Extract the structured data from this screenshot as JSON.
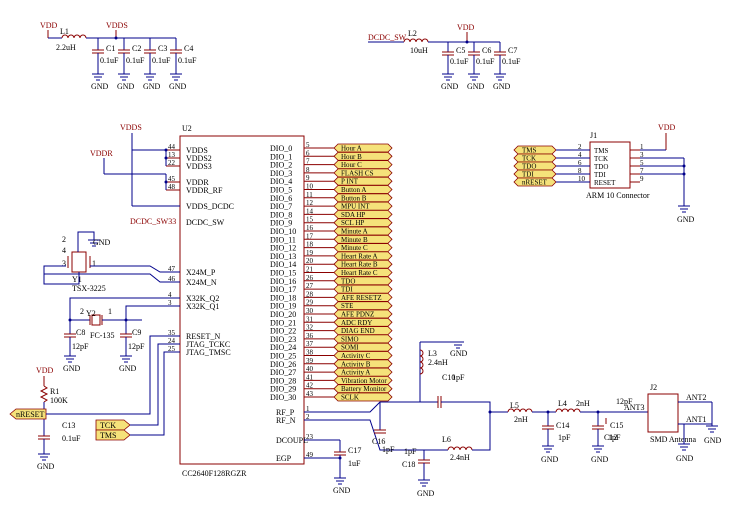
{
  "power": {
    "vdd_label": "VDD",
    "vdds_label": "VDDS",
    "vddr_label": "VDDR",
    "dcdc_sw_label": "DCDC_SW",
    "dcdc_sw33_label": "DCDC_SW33",
    "gnd_label": "GND"
  },
  "top_left": {
    "inductor": {
      "ref": "L1",
      "value": "2.2uH"
    },
    "caps": [
      {
        "ref": "C1",
        "value": "0.1uF"
      },
      {
        "ref": "C2",
        "value": "0.1uF"
      },
      {
        "ref": "C3",
        "value": "0.1uF"
      },
      {
        "ref": "C4",
        "value": "0.1uF"
      }
    ]
  },
  "top_right": {
    "inductor": {
      "ref": "L2",
      "value": "10uH"
    },
    "caps": [
      {
        "ref": "C5",
        "value": "0.1uF"
      },
      {
        "ref": "C6",
        "value": "0.1uF"
      },
      {
        "ref": "C7",
        "value": "0.1uF"
      }
    ]
  },
  "mcu": {
    "ref": "U2",
    "part": "CC2640F128RGZR",
    "left_pins": [
      {
        "num": "44",
        "name": "VDDS"
      },
      {
        "num": "13",
        "name": "VDDS2"
      },
      {
        "num": "22",
        "name": "VDDS3"
      },
      {
        "num": "45",
        "name": "VDDR"
      },
      {
        "num": "48",
        "name": "VDDR_RF"
      },
      {
        "num": "",
        "name": "VDDS_DCDC"
      },
      {
        "num": "",
        "name": "DCDC_SW"
      },
      {
        "num": "47",
        "name": "X24M_P"
      },
      {
        "num": "46",
        "name": "X24M_N"
      },
      {
        "num": "4",
        "name": "X32K_Q2"
      },
      {
        "num": "3",
        "name": "X32K_Q1"
      },
      {
        "num": "35",
        "name": "RESET_N"
      },
      {
        "num": "24",
        "name": "JTAG_TCKC"
      },
      {
        "num": "25",
        "name": "JTAG_TMSC"
      }
    ],
    "right_pins": [
      {
        "num": "5",
        "name": "DIO_0",
        "net": "Hour_A"
      },
      {
        "num": "6",
        "name": "DIO_1",
        "net": "Hour_B"
      },
      {
        "num": "7",
        "name": "DIO_2",
        "net": "Hour_C"
      },
      {
        "num": "8",
        "name": "DIO_3",
        "net": "FLASH_CS"
      },
      {
        "num": "9",
        "name": "DIO_4",
        "net": "P_INT"
      },
      {
        "num": "10",
        "name": "DIO_5",
        "net": "Button_A"
      },
      {
        "num": "11",
        "name": "DIO_6",
        "net": "Button_B"
      },
      {
        "num": "12",
        "name": "DIO_7",
        "net": "MPU_INT"
      },
      {
        "num": "14",
        "name": "DIO_8",
        "net": "SDA_HP"
      },
      {
        "num": "15",
        "name": "DIO_9",
        "net": "SCL_HP"
      },
      {
        "num": "16",
        "name": "DIO_10",
        "net": "Minute_A"
      },
      {
        "num": "17",
        "name": "DIO_11",
        "net": "Minute_B"
      },
      {
        "num": "18",
        "name": "DIO_12",
        "net": "Minute_C"
      },
      {
        "num": "19",
        "name": "DIO_13",
        "net": "Heart_Rate_A"
      },
      {
        "num": "20",
        "name": "DIO_14",
        "net": "Heart_Rate_B"
      },
      {
        "num": "21",
        "name": "DIO_15",
        "net": "Heart_Rate_C"
      },
      {
        "num": "26",
        "name": "DIO_16",
        "net": "TDO"
      },
      {
        "num": "27",
        "name": "DIO_17",
        "net": "TDI"
      },
      {
        "num": "28",
        "name": "DIO_18",
        "net": "AFE_RESETZ"
      },
      {
        "num": "29",
        "name": "DIO_19",
        "net": "STE"
      },
      {
        "num": "30",
        "name": "DIO_20",
        "net": "AFE_PDNZ"
      },
      {
        "num": "31",
        "name": "DIO_21",
        "net": "ADC_RDY"
      },
      {
        "num": "32",
        "name": "DIO_22",
        "net": "DIAG_END"
      },
      {
        "num": "36",
        "name": "DIO_23",
        "net": "SIMO"
      },
      {
        "num": "37",
        "name": "DIO_24",
        "net": "SOMI"
      },
      {
        "num": "38",
        "name": "DIO_25",
        "net": "Activity_C"
      },
      {
        "num": "39",
        "name": "DIO_26",
        "net": "Activity_B"
      },
      {
        "num": "40",
        "name": "DIO_27",
        "net": "Activity_A"
      },
      {
        "num": "41",
        "name": "DIO_28",
        "net": "Vibration_Motor"
      },
      {
        "num": "42",
        "name": "DIO_29",
        "net": "Battery_Monitor"
      },
      {
        "num": "43",
        "name": "DIO_30",
        "net": "SCLK"
      }
    ],
    "rf_pins": [
      {
        "num": "1",
        "name": "RF_P"
      },
      {
        "num": "2",
        "name": "RF_N"
      },
      {
        "num": "23",
        "name": "DCOUPL"
      },
      {
        "num": "49",
        "name": "EGP"
      }
    ]
  },
  "crystal_24m": {
    "ref": "Y1",
    "part": "TSX-3225",
    "pins": [
      "4",
      "2",
      "3",
      "1"
    ]
  },
  "crystal_32k": {
    "ref": "Y2",
    "part": "FC-135",
    "pins": [
      "2",
      "1"
    ]
  },
  "crystal_caps": [
    {
      "ref": "C8",
      "value": "12pF"
    },
    {
      "ref": "C9",
      "value": "12pF"
    }
  ],
  "reset": {
    "resistor": {
      "ref": "R1",
      "value": "100K"
    },
    "cap": {
      "ref": "C13",
      "value": "0.1uF"
    },
    "port": "nRESET"
  },
  "jtag_ports": [
    "TCK",
    "TMS"
  ],
  "dcoupl_cap": {
    "ref": "C17",
    "value": "1uF"
  },
  "rf": {
    "L3": {
      "ref": "L3",
      "value": "2.4nH"
    },
    "C10": {
      "ref": "C10",
      "value": "1pF"
    },
    "C16": {
      "ref": "C16",
      "value": "1pF"
    },
    "C18": {
      "ref": "C18",
      "value": "1pF"
    },
    "L6": {
      "ref": "L6",
      "value": "2.4nH"
    },
    "L5": {
      "ref": "L5",
      "value": "2nH"
    },
    "L4": {
      "ref": "L4",
      "value": "2nH"
    },
    "C14": {
      "ref": "C14",
      "value": "1pF"
    },
    "C15": {
      "ref": "C15",
      "value": "1pF"
    },
    "C12": {
      "ref": "C12",
      "value": "12pF"
    },
    "ant3": "ANT3"
  },
  "antenna": {
    "ref": "J2",
    "part": "SMD Antenna",
    "pins": [
      "ANT2",
      "ANT1"
    ]
  },
  "jtag_connector": {
    "ref": "J1",
    "part": "ARM 10 Connector",
    "ports": [
      "TMS",
      "TCK",
      "TDO",
      "TDI",
      "nRESET"
    ],
    "left_nums": [
      "2",
      "4",
      "6",
      "8",
      "10"
    ],
    "labels": [
      "TMS",
      "TCK",
      "TDO",
      "TDI",
      "RESET"
    ],
    "right_nums": [
      "1",
      "3",
      "5",
      "7",
      "9"
    ],
    "vdd": "VDD"
  }
}
